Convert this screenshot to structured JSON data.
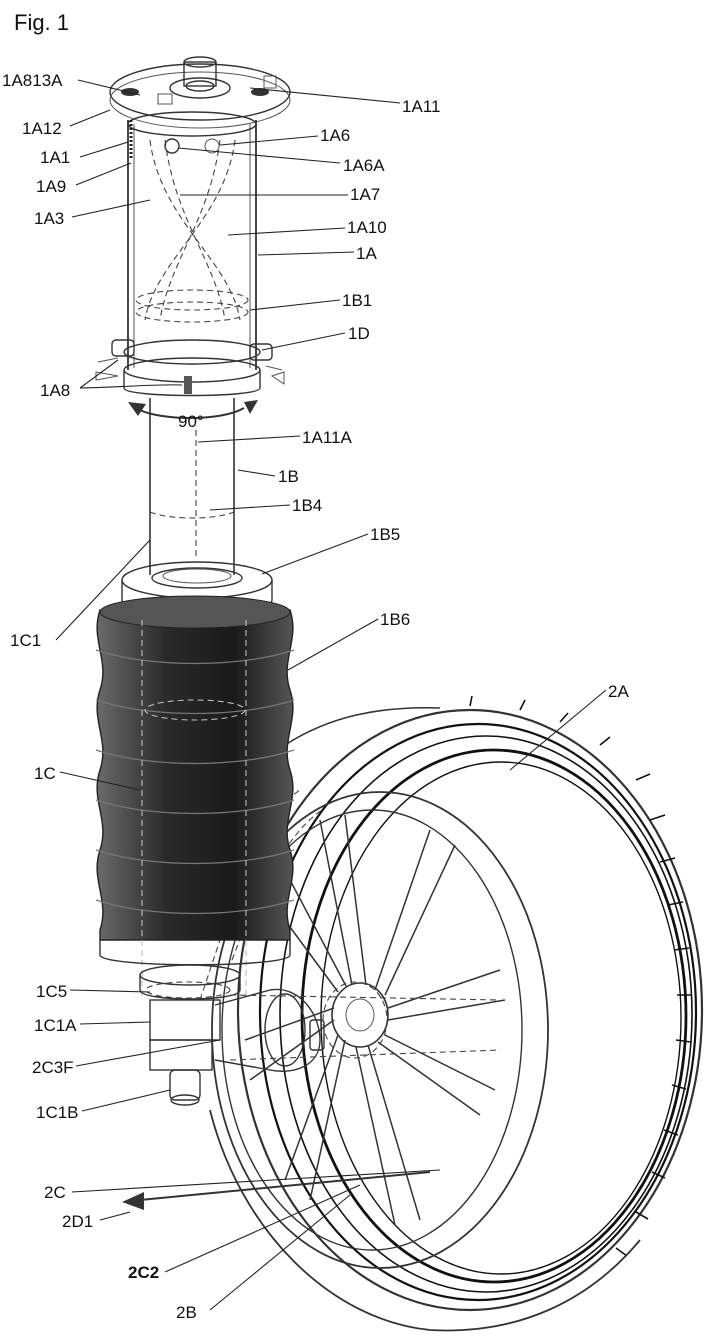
{
  "figure": {
    "title": "Fig. 1",
    "angle_label": "90°"
  },
  "labels": {
    "l_1A813A": "1A813A",
    "l_1A11": "1A11",
    "l_1A12": "1A12",
    "l_1A6": "1A6",
    "l_1A1": "1A1",
    "l_1A6A": "1A6A",
    "l_1A9": "1A9",
    "l_1A7": "1A7",
    "l_1A3": "1A3",
    "l_1A10": "1A10",
    "l_1A": "1A",
    "l_1B1": "1B1",
    "l_1D": "1D",
    "l_1A8": "1A8",
    "l_1A11A": "1A11A",
    "l_1B": "1B",
    "l_1B4": "1B4",
    "l_1B5": "1B5",
    "l_1C1": "1C1",
    "l_1B6": "1B6",
    "l_2A": "2A",
    "l_1C": "1C",
    "l_1C5": "1C5",
    "l_1C1A": "1C1A",
    "l_2C3F": "2C3F",
    "l_1C1B": "1C1B",
    "l_2C": "2C",
    "l_2D1": "2D1",
    "l_2C2": "2C2",
    "l_2B": "2B"
  }
}
